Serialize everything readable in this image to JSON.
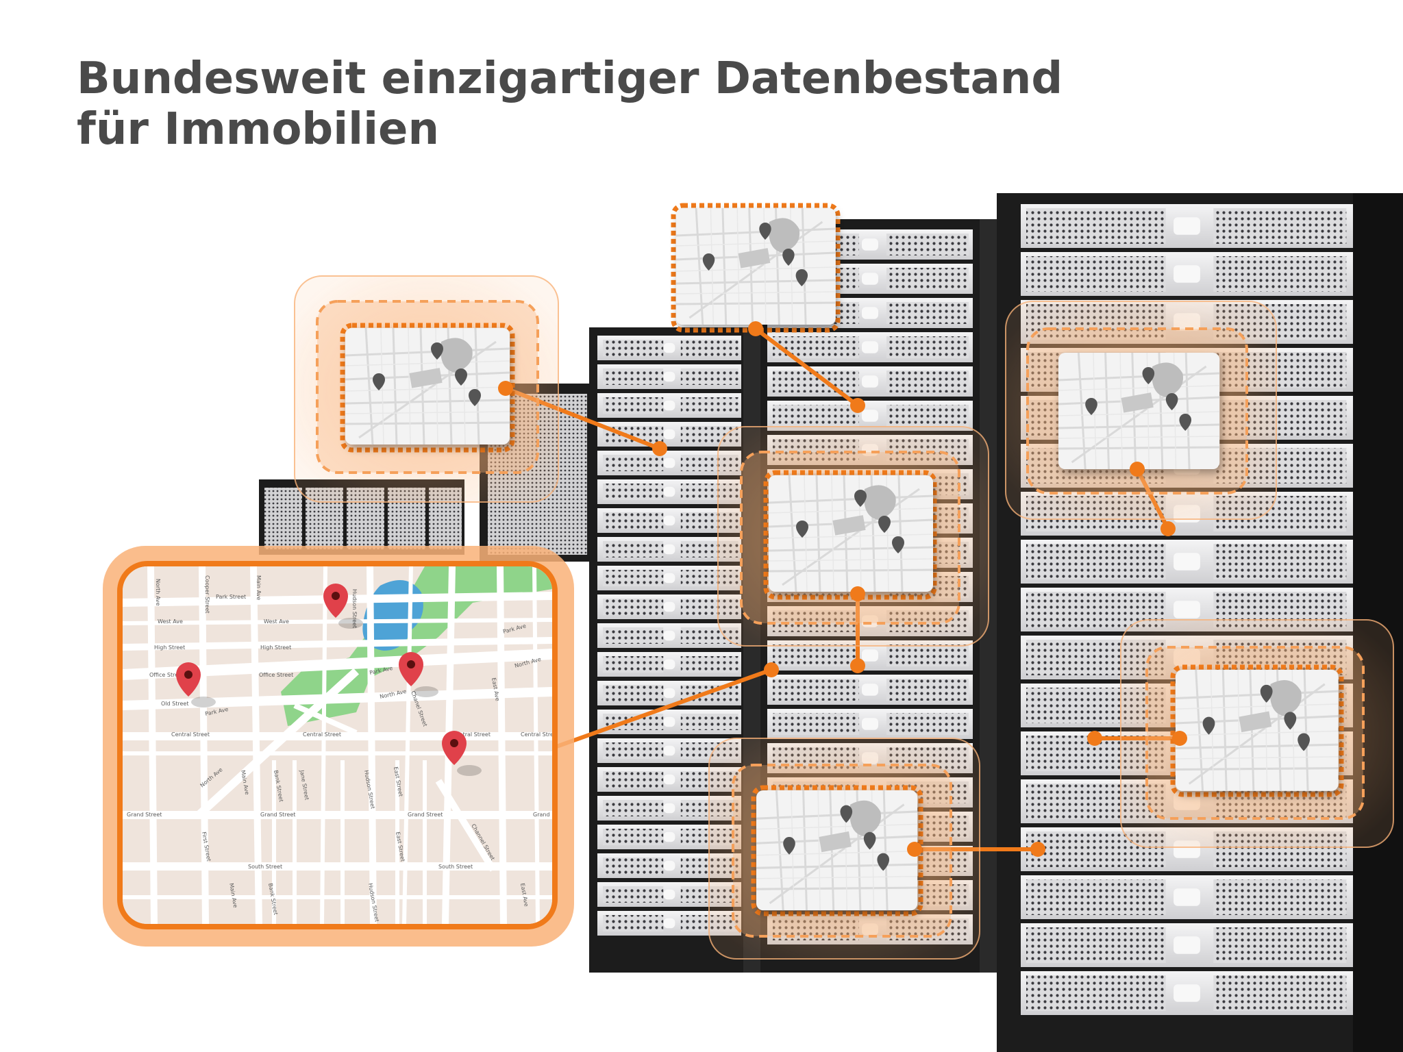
{
  "slide": {
    "title_line1": "Bundesweit einzigartiger Datenbestand",
    "title_line2": "für Immobilien"
  },
  "colors": {
    "accent": "#f07a1a",
    "accent_glow": "#f9b278",
    "rack_frame": "#1c1c1c",
    "server_face": "#e9e9ea",
    "title_text": "#4a4a4a",
    "map_road": "#ffffff",
    "map_block": "#efe4dc",
    "map_park": "#8fd48a",
    "map_water": "#4ea3d6",
    "pin": "#e0414a"
  },
  "icons": {
    "pin": "map-pin-icon",
    "connector": "connector-dot-icon"
  },
  "map": {
    "street_labels": [
      "North Ave",
      "Cooper Street",
      "Main Ave",
      "Hudson Street",
      "Park Street",
      "West Ave",
      "West Ave",
      "High Street",
      "High Street",
      "Office Street",
      "Office Street",
      "Park Ave",
      "Park Ave",
      "North Ave",
      "North Ave",
      "Old Street",
      "Park Ave",
      "Chanel Street",
      "East Ave",
      "Central Street",
      "Central Street",
      "Central Street",
      "Central Street",
      "North Ave",
      "Main Ave",
      "Bank Street",
      "Jane Street",
      "Hudson Street",
      "East Street",
      "Grand Street",
      "Grand Street",
      "Grand Street",
      "Grand",
      "First Street",
      "East Street",
      "Channel Street",
      "South Street",
      "South Street",
      "Main Ave",
      "Bank Street",
      "Hudson Street",
      "East Ave"
    ]
  }
}
